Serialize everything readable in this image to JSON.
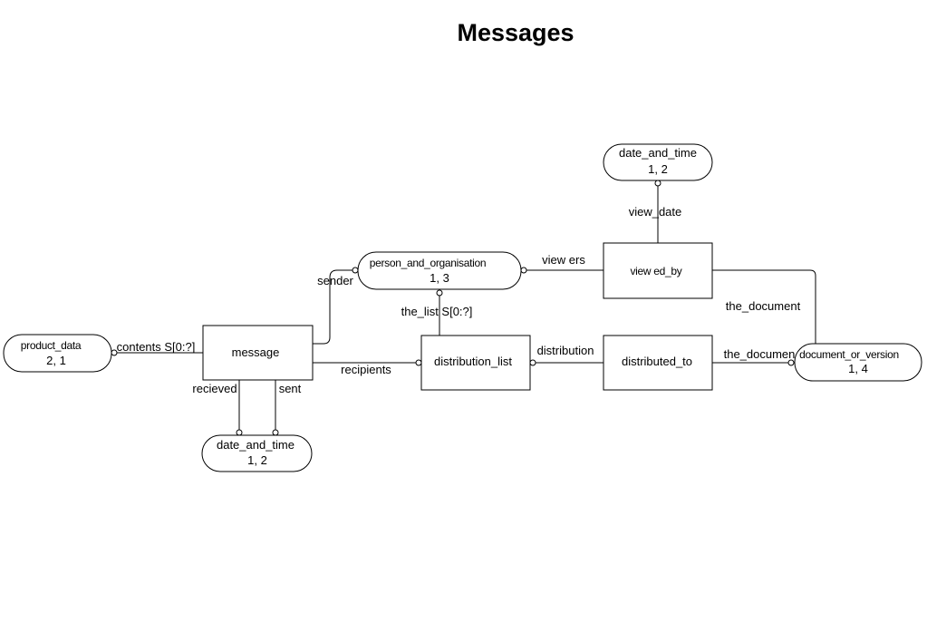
{
  "title": "Messages",
  "nodes": {
    "date_and_time_top": {
      "name": "date_and_time",
      "ref": "1, 2"
    },
    "person_and_organisation": {
      "name": "person_and_organisation",
      "ref": "1, 3"
    },
    "viewed_by": {
      "name": "view ed_by"
    },
    "product_data": {
      "name": "product_data",
      "ref": "2, 1"
    },
    "message": {
      "name": "message"
    },
    "distribution_list": {
      "name": "distribution_list"
    },
    "distributed_to": {
      "name": "distributed_to"
    },
    "document_or_version": {
      "name": "document_or_version",
      "ref": "1, 4"
    },
    "date_and_time_bottom": {
      "name": "date_and_time",
      "ref": "1, 2"
    }
  },
  "edges": {
    "view_date": "view_date",
    "viewers": "view ers",
    "the_document_upper": "the_document",
    "sender": "sender",
    "the_list": "the_list S[0:?]",
    "contents": "contents S[0:?]",
    "recipients": "recipients",
    "distribution": "distribution",
    "the_document_lower": "the_documen",
    "recieved": "recieved",
    "sent": "sent"
  }
}
